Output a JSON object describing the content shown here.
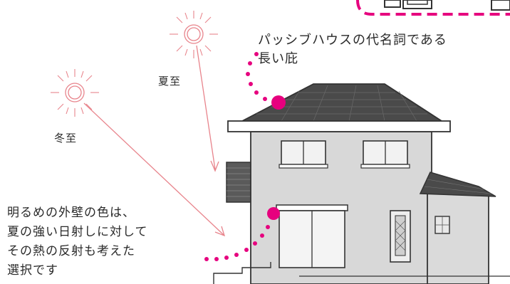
{
  "captions": {
    "eaves": [
      "パッシブハウスの代名詞である",
      "長い庇"
    ],
    "wall": [
      "明るめの外壁の色は、",
      "夏の強い日射しに対して",
      "その熱の反射も考えた",
      "選択です"
    ]
  },
  "labels": {
    "summer": "夏至",
    "winter": "冬至"
  },
  "colors": {
    "accent": "#e6007e",
    "sun": "#e8848c",
    "ink": "#2a2a2a",
    "wall": "#d8d8d8",
    "roof": "#4a4a4a"
  }
}
